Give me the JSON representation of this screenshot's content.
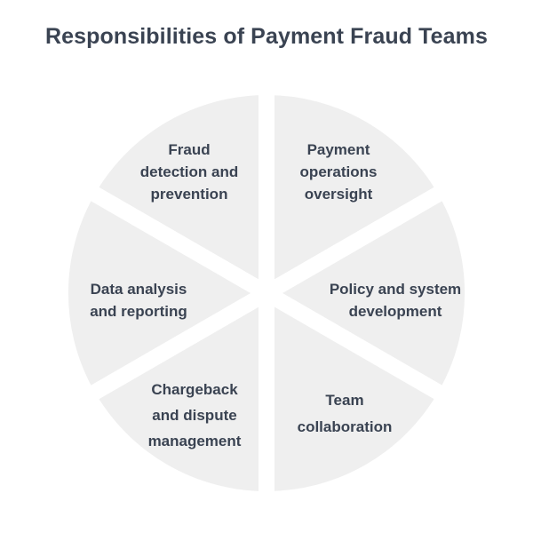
{
  "title": "Responsibilities of Payment Fraud Teams",
  "colors": {
    "segment_fill": "#efefef",
    "separator": "#ffffff",
    "text": "#3a4352"
  },
  "segments": [
    {
      "lines": [
        "Fraud",
        "detection and",
        "prevention"
      ]
    },
    {
      "lines": [
        "Payment",
        "operations",
        "oversight"
      ]
    },
    {
      "lines": [
        "Policy and system",
        "development"
      ]
    },
    {
      "lines": [
        "Team",
        "collaboration"
      ]
    },
    {
      "lines": [
        "Chargeback",
        "and dispute",
        "management"
      ]
    },
    {
      "lines": [
        "Data analysis",
        "and reporting"
      ]
    }
  ]
}
